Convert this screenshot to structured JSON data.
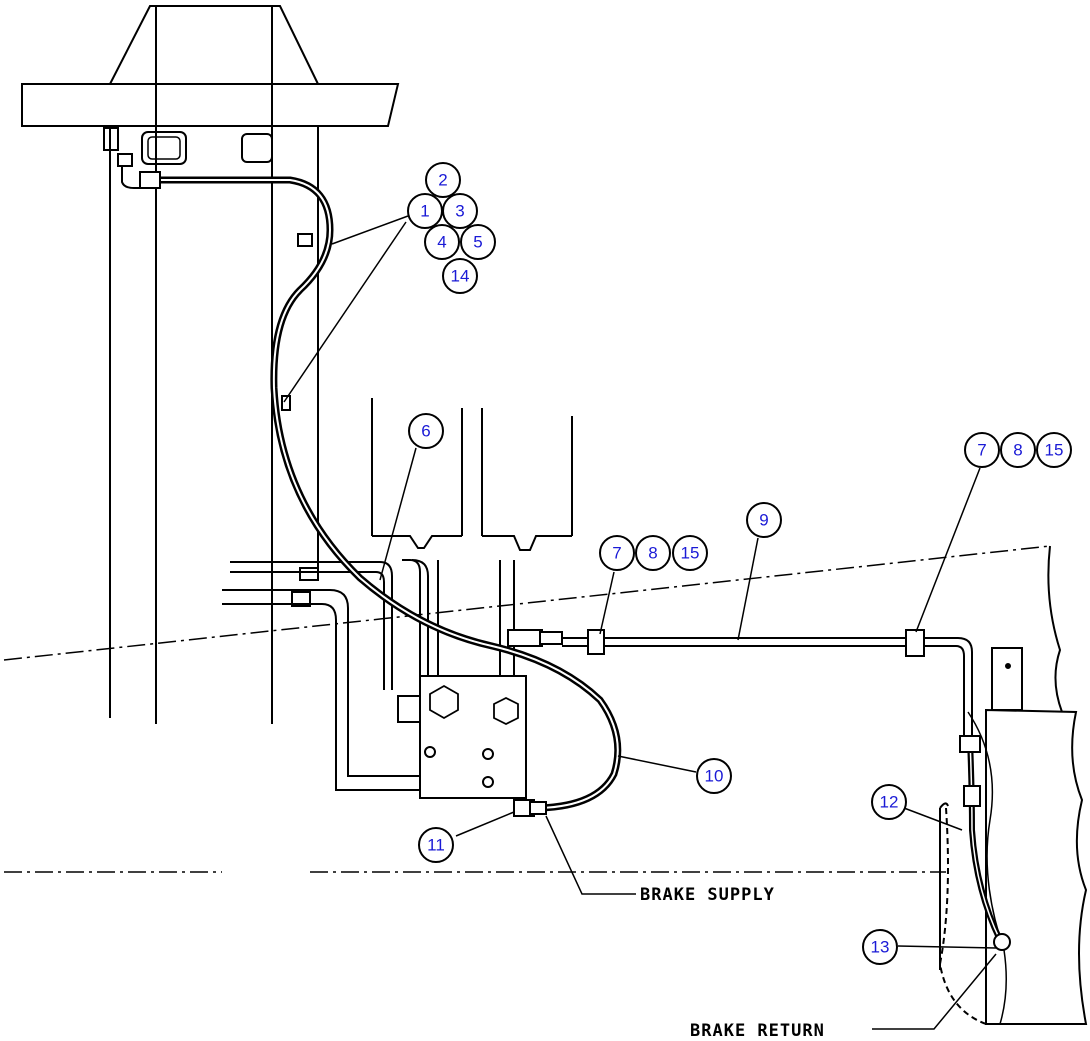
{
  "callouts": {
    "c2": "2",
    "c1": "1",
    "c3": "3",
    "c4": "4",
    "c5": "5",
    "c14": "14",
    "c6": "6",
    "c7a": "7",
    "c8a": "8",
    "c15a": "15",
    "c9": "9",
    "c7b": "7",
    "c8b": "8",
    "c15b": "15",
    "c10": "10",
    "c11": "11",
    "c12": "12",
    "c13": "13"
  },
  "labels": {
    "brake_supply": "BRAKE SUPPLY",
    "brake_return": "BRAKE RETURN"
  },
  "colors": {
    "callout_text": "#1a1ad6",
    "line": "#000000",
    "background": "#ffffff"
  }
}
